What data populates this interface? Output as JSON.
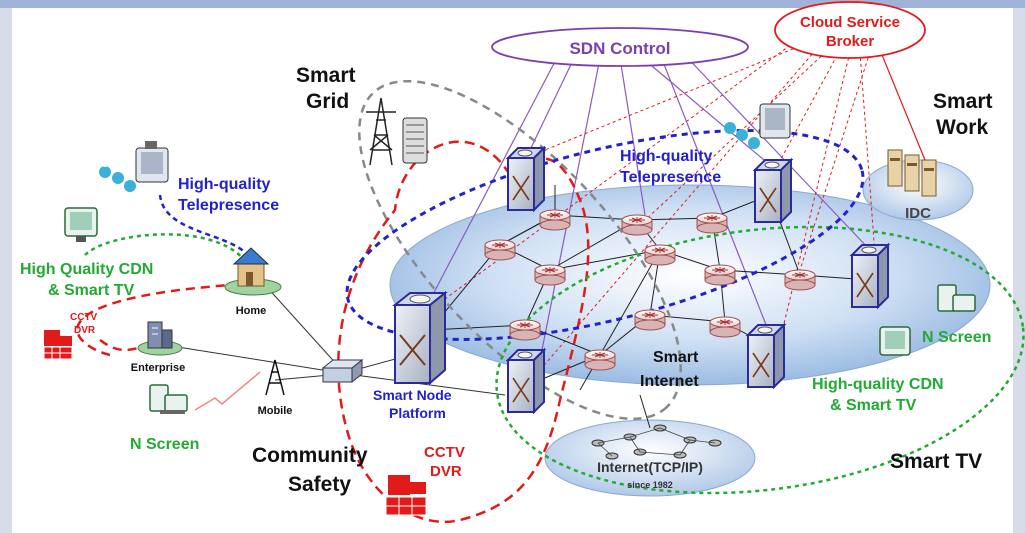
{
  "colors": {
    "purple": "#7b3fb0",
    "red": "#e21a1a",
    "blue": "#2222cc",
    "green": "#22aa33",
    "gray": "#888888",
    "black": "#111111",
    "header_bar": "#9fb2d8"
  },
  "labels": {
    "sdn_control": "SDN Control",
    "cloud_service_broker_line1": "Cloud Service",
    "cloud_service_broker_line2": "Broker",
    "smart_grid_line1": "Smart",
    "smart_grid_line2": "Grid",
    "smart_work_line1": "Smart",
    "smart_work_line2": "Work",
    "idc": "IDC",
    "telepresence_left_line1": "High-quality",
    "telepresence_left_line2": "Telepresence",
    "telepresence_right_line1": "High-quality",
    "telepresence_right_line2": "Telepresence",
    "cdn_left_line1": "High Quality CDN",
    "cdn_left_line2": "& Smart TV",
    "cctv_small_line1": "CCTV",
    "cctv_small_line2": "DVR",
    "home": "Home",
    "enterprise": "Enterprise",
    "mobile": "Mobile",
    "n_screen_left": "N Screen",
    "community_safety_line1": "Community",
    "community_safety_line2": "Safety",
    "cctv_big_line1": "CCTV",
    "cctv_big_line2": "DVR",
    "smart_node_line1": "Smart Node",
    "smart_node_line2": "Platform",
    "smart_internet_line1": "Smart",
    "smart_internet_line2": "Internet",
    "internet_tcpip": "Internet(TCP/IP)",
    "since": "since 1982",
    "n_screen_right": "N Screen",
    "cdn_right_line1": "High-quality CDN",
    "cdn_right_line2": "& Smart TV",
    "smart_tv": "Smart TV"
  }
}
